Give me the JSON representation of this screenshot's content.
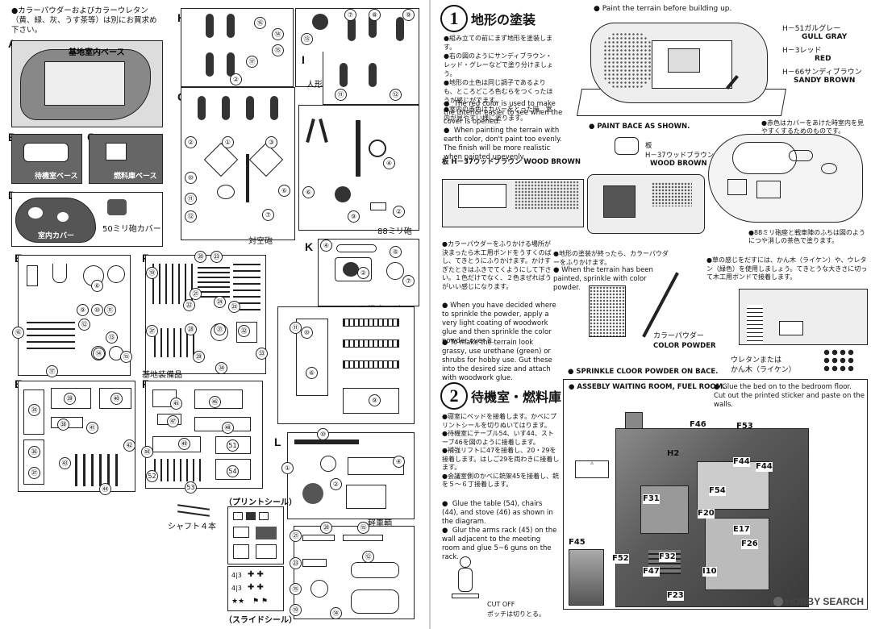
{
  "left_page": {
    "color_note": "●カラーパウダーおよびカラーウレタン（黄、緑、灰、うす茶等）は別にお買求め下さい。",
    "sections": {
      "A": {
        "letter": "A",
        "label": "基地室内ベース"
      },
      "B": {
        "letter": "B",
        "label": "待機室ベース"
      },
      "C": {
        "letter": "C",
        "label": "燃料庫ベース"
      },
      "D": {
        "letter": "D",
        "label": "室内カバー",
        "extra": "50ミリ砲カバー"
      },
      "H": {
        "letter": "H"
      },
      "I": {
        "letter": "I",
        "label": "人形"
      },
      "G": {
        "letter": "G",
        "label": "対空砲"
      },
      "J": {
        "letter": "J",
        "label": "88ミリ砲"
      },
      "E1": {
        "letter": "E"
      },
      "F1": {
        "letter": "F",
        "label": "基地装備品"
      },
      "K": {
        "letter": "K",
        "label": "Ⅳ号戦車G型"
      },
      "E2": {
        "letter": "E"
      },
      "F2": {
        "letter": "F"
      },
      "L": {
        "letter": "L",
        "label": "軽車輌"
      },
      "M": {
        "letter": "M",
        "label": "シャフト４本"
      }
    },
    "print_seal": "（プリントシール）",
    "slide_seal": "（スライドシール）"
  },
  "right_page": {
    "step1": {
      "number": "1",
      "title": "地形の塗装",
      "intro_jp": "●組み立ての前にまず地形を塗装します。\n●右の図のようにサンディブラウン・レッド・グレーなどで塗り分けましょう。\n●地形の土色は同じ調子であるよりも、ところどころ色むらをつくったほうが感じがでます。\n●室内の赤色はカバーをとった時、室内が見やすい様に塗ります。",
      "intro_en": "●  The red color is used to make the interior easier to see when the cover is opened.\n●  When painting the terrain with earth color, don't paint too evenly. The finish will be more realistic when painted unevenly.",
      "paint_before": "●  Paint the terrain before building up.",
      "colors": [
        {
          "code": "H－51",
          "jp": "ガルグレー",
          "en": "GULL GRAY"
        },
        {
          "code": "H－3",
          "jp": "レッド",
          "en": "RED"
        },
        {
          "code": "H－66",
          "jp": "サンディブラウン",
          "en": "SANDY BROWN"
        }
      ],
      "paint_base": "● PAINT BACE AS SHOWN.",
      "red_note": "●赤色はカバーをあけた時室内を見やすくするためのものです。",
      "wood_brown_label": "板 H－37ウッドブラウン WOOD BROWN",
      "wood_brown_label2_jp": "板\nH－37ウッドブラウン",
      "wood_brown_label2_en": "WOOD BROWN",
      "base_note": "●88ミリ砲座と戦車陣のふちは図のようにつや消しの茶色で塗ります。",
      "powder_jp": "●カラーパウダーをふりかける場所が決まったら木工用ボンドをうすくのばし、てきとうにふりかけます。かけすぎたときはふきでてくようにして下さい。１色だけでなく、２色まぜればうがいい感じになります。",
      "powder_en": "●  When you have decided where to sprinkle the powder, apply a very light coating of woodwork glue and then sprinkle the color powder over it.",
      "grass_en": "●  To make the terrain look grassy, use urethane (green) or shrubs for hobby use. Gut these into the desired size and attach with woodwork glue.",
      "after_paint_jp": "●地形の塗装が終ったら、カラーパウダーをふりかけます。",
      "after_paint_en": "●  When the terrain has been painted, sprinkle with color powder.",
      "grass_jp": "●草の感じをだすには、かん木（ライケン）や、ウレタン（緑色）を使用しましょう。てきとうな大きさに切って木工用ボンドで接着します。",
      "color_powder_jp": "カラーパウダー",
      "color_powder_en": "COLOR POWDER",
      "urethane": "ウレタンまたは\nかん木（ライケン）",
      "sprinkle": "● SPRINKLE CLOOR POWDER ON BACE."
    },
    "step2": {
      "number": "2",
      "title": "待機室・燃料庫",
      "text_jp": "●寝室にベッドを接着します。かべにプリントシールを切りぬいてはります。\n●待機室にテーブル54、いす44、ストーブ46を図のように接着します。\n●補強リフトに47を接着し、20・29を接着します。はしご29を両わきに接着します。\n●会議室側のかべに銃架45を接着し、銃を５～６丁接着します。",
      "text_en": "●  Glue the table (54), chairs (44), and stove (46) as shown in the diagram.\n●  Glur the arms rack (45) on the wall adjacent to the meeting room and glue 5~6 guns on the rack.",
      "cut_off": "CUT OFF\nポッチは切りとる。",
      "assembly_title": "● ASSEBLY WAITING ROOM, FUEL ROOM.",
      "bed_en": "●  Glue the bed on to the bedroom floor. Cut out the printed sticker and paste on the walls.",
      "callouts": [
        "F46",
        "F53",
        "H2",
        "F44",
        "F44",
        "F54",
        "F31",
        "F20",
        "E17",
        "F26",
        "F32",
        "F47",
        "I10",
        "F23",
        "F45",
        "F52"
      ]
    }
  },
  "watermark": "HOBBY SEARCH"
}
